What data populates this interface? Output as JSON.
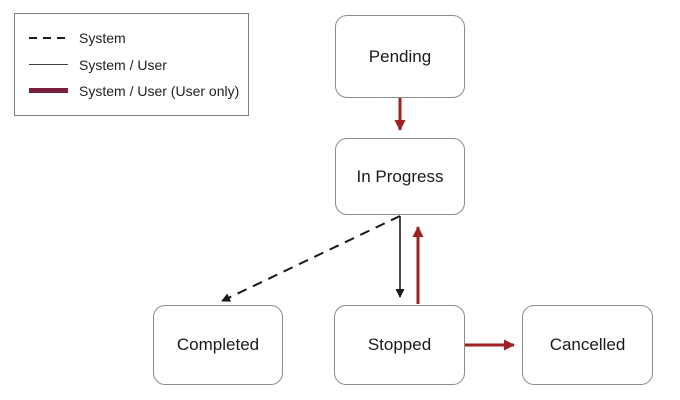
{
  "colors": {
    "arrow_red": "#9e2021",
    "legend_user_only": "#7b1f3e",
    "line_black": "#1a1a1a",
    "box_border": "#8c8c8c"
  },
  "legend": {
    "items": [
      {
        "label": "System",
        "style": "dashed"
      },
      {
        "label": "System / User",
        "style": "solid"
      },
      {
        "label": "System / User (User only)",
        "style": "thick"
      }
    ]
  },
  "nodes": [
    {
      "id": "pending",
      "label": "Pending"
    },
    {
      "id": "in-progress",
      "label": "In Progress"
    },
    {
      "id": "completed",
      "label": "Completed"
    },
    {
      "id": "stopped",
      "label": "Stopped"
    },
    {
      "id": "cancelled",
      "label": "Cancelled"
    }
  ],
  "edges": [
    {
      "from": "Pending",
      "to": "In Progress",
      "type": "System / User (User only)",
      "line": "thick-red"
    },
    {
      "from": "In Progress",
      "to": "Completed",
      "type": "System",
      "line": "dashed-black"
    },
    {
      "from": "In Progress",
      "to": "Stopped",
      "type": "System / User",
      "line": "solid-black"
    },
    {
      "from": "Stopped",
      "to": "In Progress",
      "type": "System / User (User only)",
      "line": "thick-red"
    },
    {
      "from": "Stopped",
      "to": "Cancelled",
      "type": "System / User (User only)",
      "line": "thick-red"
    }
  ]
}
